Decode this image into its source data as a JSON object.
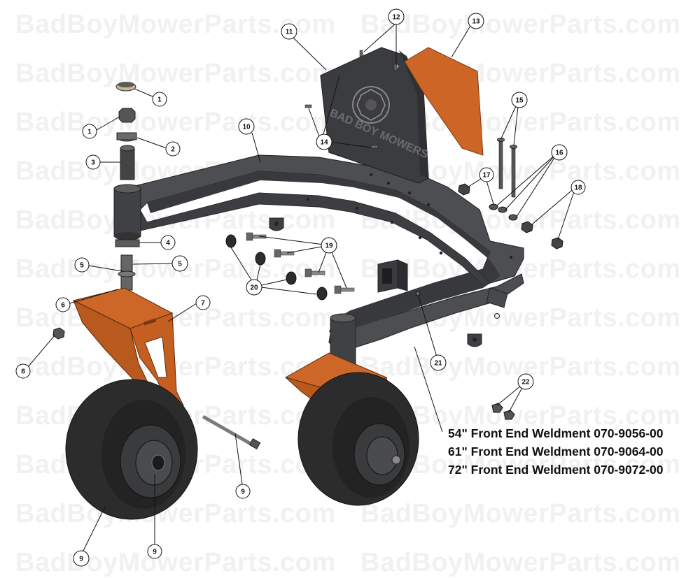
{
  "diagram": {
    "watermark": "BadBoyMowerParts.com",
    "brand_text": "BAD BOY MOWERS",
    "colors": {
      "frame": "#4a4b4f",
      "frame_dark": "#333437",
      "fork": "#c45f21",
      "tire": "#2d2d2d",
      "shield": "#ce6726",
      "callout_line": "#111111"
    },
    "weldments": [
      "54\" Front End Weldment 070-9056-00",
      "61\" Front End Weldment 070-9064-00",
      "72\" Front End Weldment 070-9072-00"
    ],
    "callouts": [
      "1",
      "1",
      "2",
      "3",
      "4",
      "5",
      "5",
      "6",
      "7",
      "8",
      "9",
      "9",
      "9",
      "10",
      "11",
      "12",
      "13",
      "14",
      "15",
      "16",
      "17",
      "18",
      "19",
      "20",
      "21",
      "22"
    ]
  }
}
